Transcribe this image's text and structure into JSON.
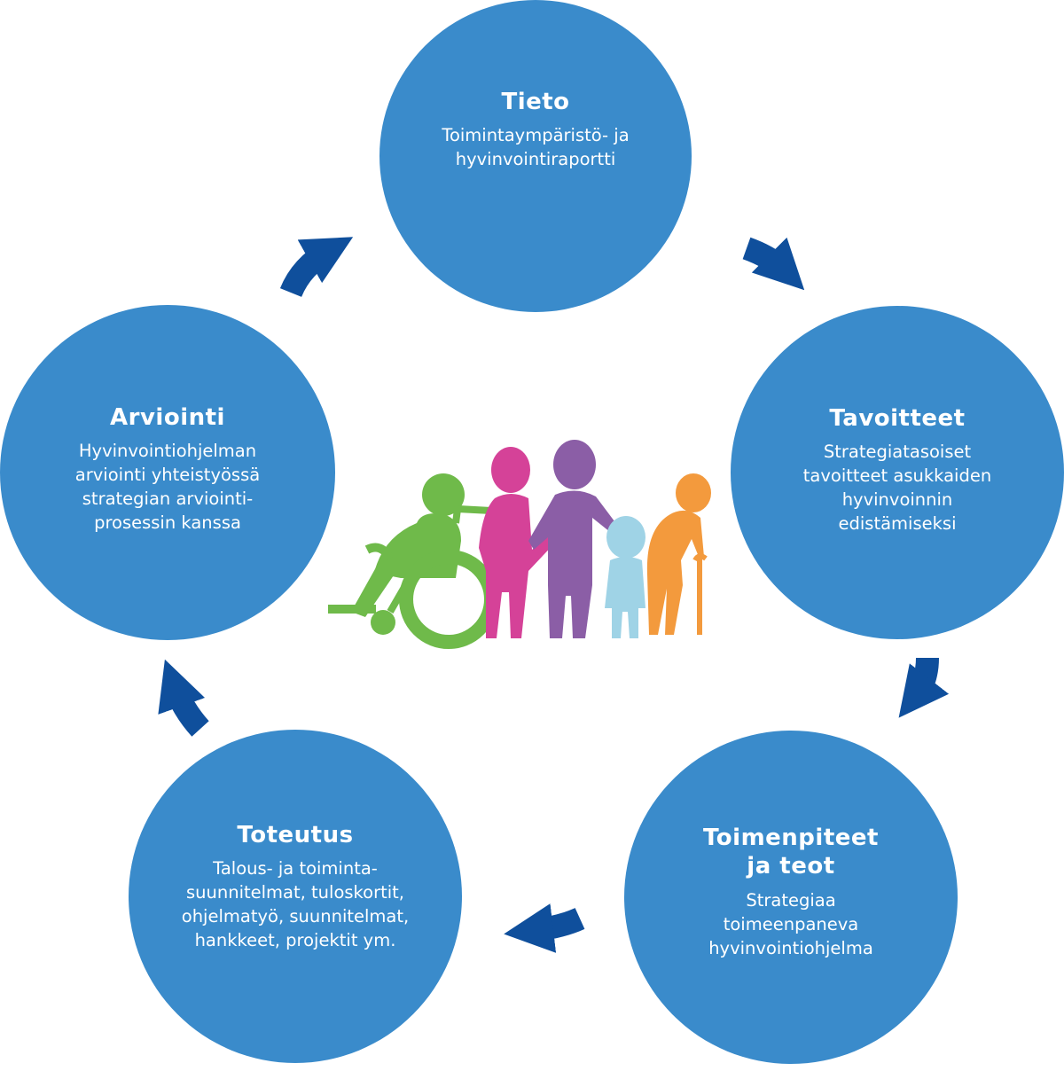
{
  "colors": {
    "circle": "#3a8bcb",
    "arrow": "#0f4f9c",
    "text": "#ffffff",
    "figure_green": "#6fba4a",
    "figure_magenta": "#d54298",
    "figure_purple": "#8b5ea6",
    "figure_lightblue": "#9fd3e6",
    "figure_orange": "#f39a3d"
  },
  "stages": {
    "tieto": {
      "title": "Tieto",
      "description": "Toimintaympäristö- ja\nhyvinvointiraportti"
    },
    "tavoitteet": {
      "title": "Tavoitteet",
      "description": "Strategiatasoiset\ntavoitteet asukkaiden\nhyvinvoinnin\nedistämiseksi"
    },
    "toimenpiteet": {
      "title": "Toimenpiteet\nja  teot",
      "description": "Strategiaa\ntoimeenpaneva\nhyvinvointiohjelma"
    },
    "toteutus": {
      "title": "Toteutus",
      "description": "Talous- ja toiminta-\nsuunnitelmat, tuloskortit,\nohjelmatyö, suunnitelmat,\nhankkeet, projektit ym."
    },
    "arviointi": {
      "title": "Arviointi",
      "description": "Hyvinvointiohjelman\narviointi yhteistyössä\nstrategian arviointi-\nprosessin kanssa"
    }
  },
  "icons": {
    "cycle_arrows": "curved-arrow-icon",
    "center_illustration": "people-group-icon"
  }
}
